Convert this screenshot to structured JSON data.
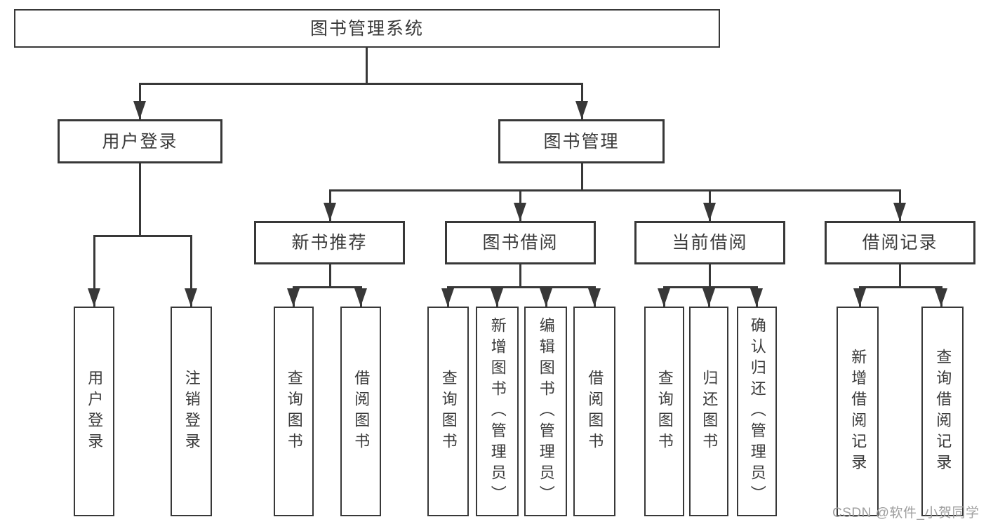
{
  "diagram": {
    "root": "图书管理系统",
    "level2": [
      "用户登录",
      "图书管理"
    ],
    "level3": [
      "新书推荐",
      "图书借阅",
      "当前借阅",
      "借阅记录"
    ],
    "leaves": [
      "用户登录",
      "注销登录",
      "查询图书",
      "借阅图书",
      "查询图书",
      "新增图书（管理员）",
      "编辑图书（管理员）",
      "借阅图书",
      "查询图书",
      "归还图书",
      "确认归还（管理员）",
      "新增借阅记录",
      "查询借阅记录"
    ],
    "tree": {
      "图书管理系统": {
        "用户登录": [
          "用户登录",
          "注销登录"
        ],
        "图书管理": {
          "新书推荐": [
            "查询图书",
            "借阅图书"
          ],
          "图书借阅": [
            "查询图书",
            "新增图书（管理员）",
            "编辑图书（管理员）",
            "借阅图书"
          ],
          "当前借阅": [
            "查询图书",
            "归还图书",
            "确认归还（管理员）"
          ],
          "借阅记录": [
            "新增借阅记录",
            "查询借阅记录"
          ]
        }
      }
    },
    "watermark": "CSDN @软件_小贺同学",
    "colors": {
      "line": "#383838",
      "text": "#3a3a3a",
      "watermark": "#9e9e9e",
      "background": "#ffffff"
    }
  }
}
